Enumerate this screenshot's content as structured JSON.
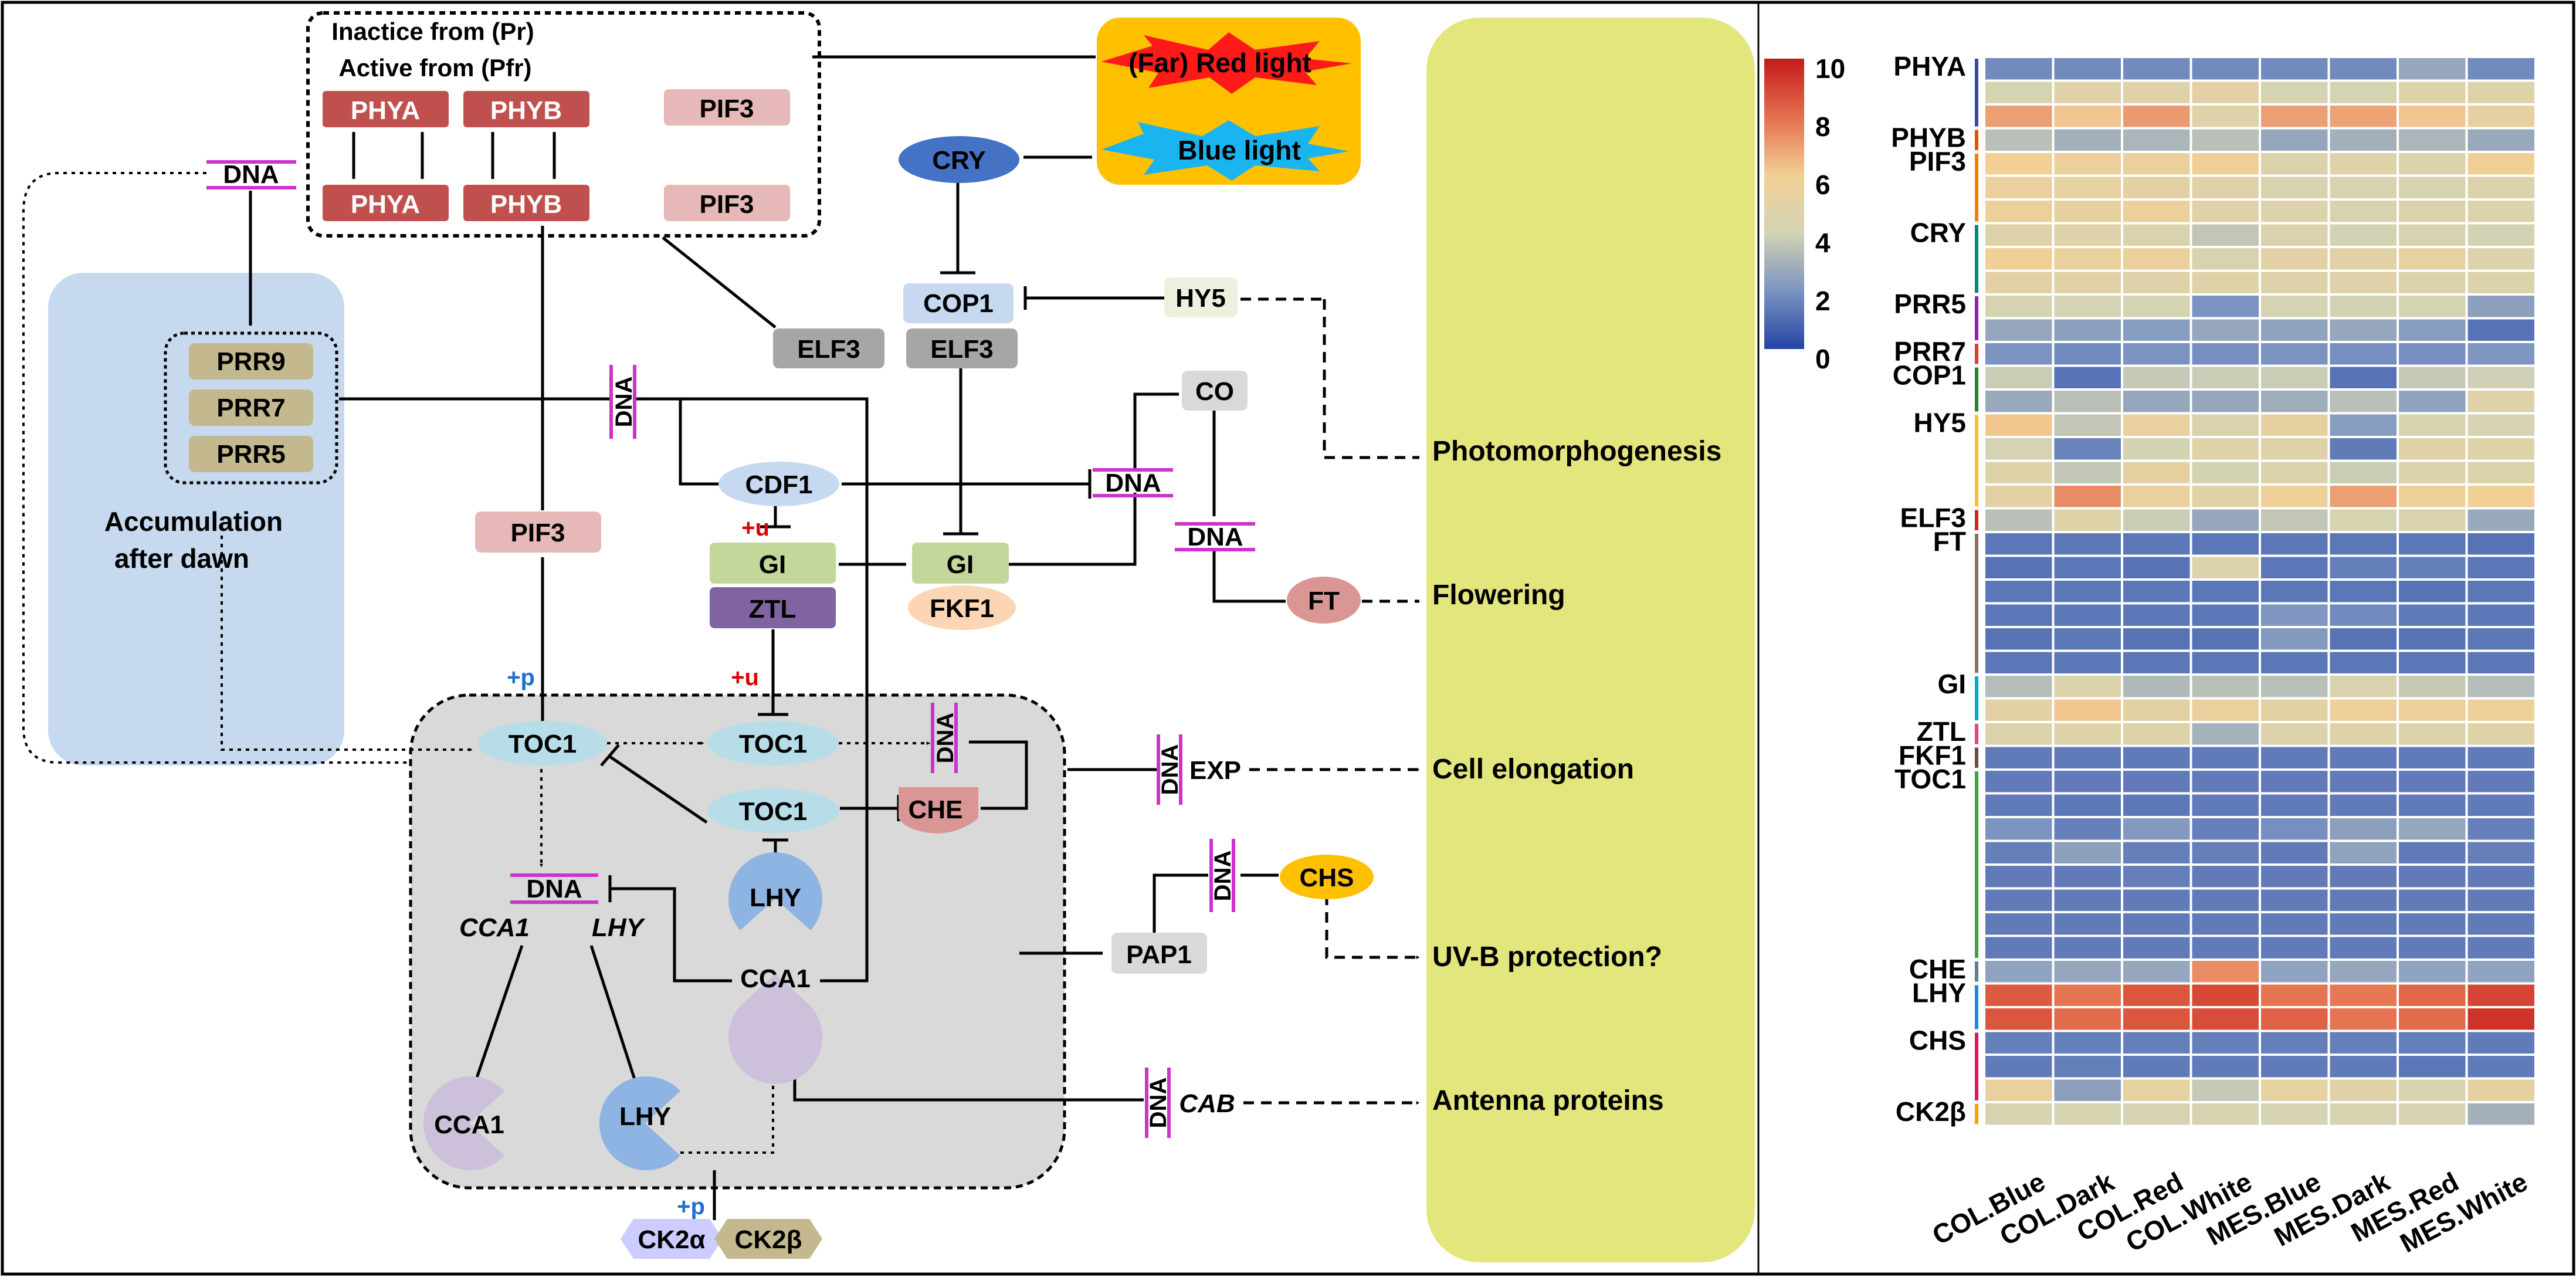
{
  "diagram": {
    "photoreceptor_box": {
      "line1": "Inactice from (Pr)",
      "line2": "Active from (Pfr)"
    },
    "nodes": {
      "phya_top": "PHYA",
      "phyb_top": "PHYB",
      "pif3_top": "PIF3",
      "phya_bottom": "PHYA",
      "phyb_bottom": "PHYB",
      "pif3_bottom": "PIF3",
      "dna_left": "DNA",
      "prr9": "PRR9",
      "prr7": "PRR7",
      "prr5": "PRR5",
      "accumulation": "Accumulation",
      "after_dawn": "after dawn",
      "far_red_light": "(Far) Red light",
      "blue_light": "Blue light",
      "cry": "CRY",
      "cop1": "COP1",
      "hy5": "HY5",
      "elf3_a": "ELF3",
      "elf3_b": "ELF3",
      "dna_vertical_upper": "DNA",
      "cdf1": "CDF1",
      "co": "CO",
      "dna_right1": "DNA",
      "dna_right2": "DNA",
      "ft": "FT",
      "pif3_mid": "PIF3",
      "gi_left": "GI",
      "ztl": "ZTL",
      "gi_right": "GI",
      "fkf1": "FKF1",
      "toc1_a": "TOC1",
      "toc1_b": "TOC1",
      "toc1_c": "TOC1",
      "dna_vertical_che": "DNA",
      "che": "CHE",
      "lhy_mid": "LHY",
      "dna_cca": "DNA",
      "cca1_italic": "CCA1",
      "lhy_italic": "LHY",
      "cca1_mid": "CCA1",
      "cca1_bottom": "CCA1",
      "lhy_bottom": "LHY",
      "ck2a": "CK2α",
      "ck2b": "CK2β",
      "pap1": "PAP1",
      "dna_vertical_chs": "DNA",
      "chs": "CHS",
      "dna_vertical_exp": "DNA",
      "exp": "EXP",
      "dna_vertical_cab": "DNA",
      "cab": "CAB"
    },
    "modifiers": {
      "plus_u_1": "+u",
      "plus_u_2": "+u",
      "plus_p_1": "+p",
      "plus_p_2": "+p"
    },
    "outputs": [
      "Photomorphogenesis",
      "Flowering",
      "Cell elongation",
      "UV-B protection?",
      "Antenna proteins"
    ]
  },
  "colorbar": {
    "ticks": [
      "10",
      "8",
      "6",
      "4",
      "2",
      "0"
    ]
  },
  "heatmap": {
    "columns": [
      "COL.Blue",
      "COL.Dark",
      "COL.Red",
      "COL.White",
      "MES.Blue",
      "MES.Dark",
      "MES.Red",
      "MES.White"
    ],
    "groups": [
      {
        "label": "PHYA",
        "color": "#3949ab",
        "rows": [
          [
            1.8,
            1.8,
            1.8,
            1.8,
            1.8,
            1.8,
            2.6,
            1.8
          ],
          [
            4.2,
            4.8,
            4.8,
            5,
            4.2,
            4.2,
            4.7,
            4.7
          ],
          [
            7,
            6.2,
            7.1,
            4.8,
            7,
            6.9,
            6.2,
            5.3
          ]
        ]
      },
      {
        "label": "PHYB",
        "color": "#e65100",
        "rows": [
          [
            3.4,
            2.9,
            3.1,
            3.4,
            2.6,
            2.9,
            3.1,
            2.7
          ]
        ]
      },
      {
        "label": "PIF3",
        "color": "#f57c00",
        "rows": [
          [
            6,
            5.6,
            5.5,
            5.8,
            4.5,
            4.7,
            4.6,
            5.9
          ],
          [
            5.4,
            5.2,
            5,
            4.8,
            4.3,
            4.3,
            4.2,
            4.5
          ],
          [
            5.6,
            5.3,
            5.6,
            4.8,
            4.6,
            4.4,
            4.5,
            4.6
          ]
        ]
      },
      {
        "label": "CRY",
        "color": "#00897b",
        "rows": [
          [
            4.7,
            4.8,
            4.4,
            3.6,
            4.4,
            4,
            4.1,
            4
          ],
          [
            6,
            5.5,
            5.6,
            4.4,
            5,
            4.9,
            5.2,
            4.6
          ],
          [
            5,
            4.9,
            4.8,
            4.7,
            4.8,
            4.8,
            4.6,
            4.6
          ]
        ]
      },
      {
        "label": "PRR5",
        "color": "#8e24aa",
        "rows": [
          [
            4.2,
            4.1,
            4.2,
            2,
            4.2,
            4,
            4.2,
            2.4
          ],
          [
            2.6,
            2.4,
            2.3,
            2.6,
            2.5,
            2.6,
            2.3,
            1.2
          ]
        ]
      },
      {
        "label": "PRR7",
        "color": "#e53935",
        "rows": [
          [
            2,
            1.8,
            2,
            1.9,
            2,
            1.9,
            1.9,
            2.1
          ]
        ]
      },
      {
        "label": "COP1",
        "color": "#2e7d32",
        "rows": [
          [
            3.8,
            1.2,
            3.7,
            3.8,
            3.8,
            1.2,
            3.7,
            3.9
          ],
          [
            2.7,
            3.4,
            2.6,
            2.6,
            2.8,
            3.4,
            2.5,
            4.8
          ]
        ]
      },
      {
        "label": "HY5",
        "color": "#fbc02d",
        "rows": [
          [
            6.2,
            3.6,
            5.4,
            4.3,
            5.3,
            2.3,
            4.2,
            4.1
          ],
          [
            4.1,
            1.6,
            4,
            4.8,
            4.8,
            1.4,
            4.9,
            4.7
          ],
          [
            4.7,
            3.6,
            5.3,
            4,
            4.5,
            3.8,
            4.6,
            4.5
          ],
          [
            5,
            7.4,
            5.5,
            4.9,
            5.8,
            7,
            5.8,
            6
          ]
        ]
      },
      {
        "label": "ELF3",
        "color": "#c62828",
        "rows": [
          [
            3.4,
            4.7,
            3.8,
            2.6,
            3.6,
            4.2,
            4.4,
            2.7
          ]
        ]
      },
      {
        "label": "FT",
        "color": "#8d6e63",
        "rows": [
          [
            1.3,
            1.3,
            1.3,
            1.3,
            1.3,
            1.3,
            1.3,
            1.2
          ],
          [
            1.2,
            1.3,
            1.2,
            4.6,
            1.3,
            1.5,
            1.5,
            1.3
          ],
          [
            1.3,
            1.3,
            1.3,
            1.3,
            1.3,
            1.3,
            1.2,
            1.3
          ],
          [
            1.3,
            1.3,
            1.3,
            1.3,
            2.1,
            1.8,
            1.4,
            1.3
          ],
          [
            1.2,
            1.3,
            1.2,
            1.2,
            2.2,
            1.2,
            1.2,
            1.3
          ],
          [
            1.3,
            1.3,
            1.3,
            1.3,
            1.3,
            1.3,
            1.3,
            1.3
          ]
        ]
      },
      {
        "label": "GI",
        "color": "#00acc1",
        "rows": [
          [
            3.3,
            4.6,
            3.2,
            3.4,
            3.4,
            4.3,
            3.7,
            3.3
          ],
          [
            5,
            6.2,
            5.1,
            5.5,
            5.1,
            5.7,
            5.6,
            5.7
          ]
        ]
      },
      {
        "label": "ZTL",
        "color": "#ec407a",
        "rows": [
          [
            4.6,
            4.7,
            4.7,
            3,
            4.6,
            4.7,
            4.6,
            4.7
          ]
        ]
      },
      {
        "label": "FKF1",
        "color": "#6d4c41",
        "rows": [
          [
            1.4,
            1.4,
            1.4,
            1.4,
            1.4,
            1.4,
            1.4,
            1.4
          ]
        ]
      },
      {
        "label": "TOC1",
        "color": "#43a047",
        "rows": [
          [
            1.4,
            1.4,
            1.4,
            1.4,
            1.4,
            1.4,
            1.4,
            1.4
          ],
          [
            1.4,
            1.3,
            1.3,
            1.4,
            1.4,
            1.4,
            1.4,
            1.4
          ],
          [
            2,
            1.5,
            2.2,
            1.5,
            1.9,
            2.4,
            2.6,
            1.5
          ],
          [
            1.5,
            2.4,
            1.5,
            1.5,
            1.4,
            2.5,
            1.4,
            1.5
          ],
          [
            1.4,
            1.4,
            1.5,
            1.4,
            1.4,
            1.4,
            1.4,
            1.4
          ],
          [
            1.4,
            1.4,
            1.4,
            1.4,
            1.4,
            1.4,
            1.4,
            1.4
          ],
          [
            1.4,
            1.4,
            1.4,
            1.4,
            1.4,
            1.4,
            1.4,
            1.4
          ],
          [
            1.4,
            1.4,
            1.4,
            1.4,
            1.4,
            1.4,
            1.4,
            1.4
          ]
        ]
      },
      {
        "label": "CHE",
        "color": "#607d8b",
        "rows": [
          [
            2.5,
            2.6,
            2.6,
            7.4,
            2.5,
            2.6,
            2.5,
            2.5
          ]
        ]
      },
      {
        "label": "LHY",
        "color": "#1e88e5",
        "rows": [
          [
            8.5,
            7.9,
            8.6,
            8.9,
            7.9,
            7.8,
            8.2,
            9
          ],
          [
            8.6,
            8.1,
            8.6,
            8.8,
            8.3,
            7.9,
            8.1,
            9.4
          ]
        ]
      },
      {
        "label": "CHS",
        "color": "#d81b60",
        "rows": [
          [
            1.5,
            1.5,
            1.5,
            1.5,
            1.5,
            1.5,
            1.5,
            1.4
          ],
          [
            1.4,
            1.5,
            1.4,
            1.4,
            1.4,
            1.4,
            1.3,
            1.4
          ],
          [
            5.4,
            2.4,
            5.2,
            3.7,
            5.2,
            4.8,
            4.3,
            5.3
          ]
        ]
      },
      {
        "label": "CK2β",
        "color": "#ffa000",
        "rows": [
          [
            4.2,
            4.2,
            4.1,
            4.2,
            4.1,
            4.2,
            4.1,
            2.9
          ]
        ]
      }
    ]
  }
}
